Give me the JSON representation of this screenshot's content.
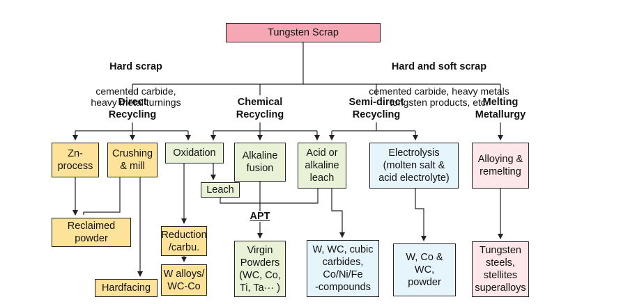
{
  "root": "Tungsten Scrap",
  "scrap_types": {
    "hard": {
      "title": "Hard scrap",
      "desc": "cemented carbide,\nheavy metal turnings"
    },
    "hard_soft": {
      "title": "Hard and soft scrap",
      "desc": "cemented carbide, heavy metals\ntungsten products, etc."
    }
  },
  "categories": {
    "direct": "Direct\nRecycling",
    "chemical": "Chemical\nRecycling",
    "semi_direct": "Semi-direct\nRecycling",
    "melting": "Melting\nMetallurgy"
  },
  "processes": {
    "zn_process": "Zn-\nprocess",
    "crushing": "Crushing\n& mill",
    "oxidation": "Oxidation",
    "leach": "Leach",
    "alkaline_fusion": "Alkaline\nfusion",
    "acid_leach": "Acid or\nalkaline\nleach",
    "electrolysis": "Electrolysis\n(molten salt &\nacid electrolyte)",
    "alloying": "Alloying &\nremelting",
    "reduction": "Reduction\n/carbu."
  },
  "intermediate": {
    "apt": "APT"
  },
  "products": {
    "reclaimed_powder": "Reclaimed\npowder",
    "hardfacing": "Hardfacing",
    "w_alloys": "W alloys/\nWC-Co",
    "virgin_powders": "Virgin\nPowders\n(WC, Co,\nTi, Ta··· )",
    "w_wc_compounds": "W, WC, cubic\ncarbides,\nCo/Ni/Fe\n-compounds",
    "w_co_wc": "W, Co &\nWC,\npowder",
    "tungsten_steels": "Tungsten\nsteels,\nstellites\nsuperalloys"
  },
  "colors": {
    "root_fill": "#f5a8b4",
    "direct_fill": "#fde39a",
    "chemical_fill": "#e9f2d6",
    "semi_direct_fill": "#e6f5fb",
    "melting_fill": "#fde7ea"
  }
}
